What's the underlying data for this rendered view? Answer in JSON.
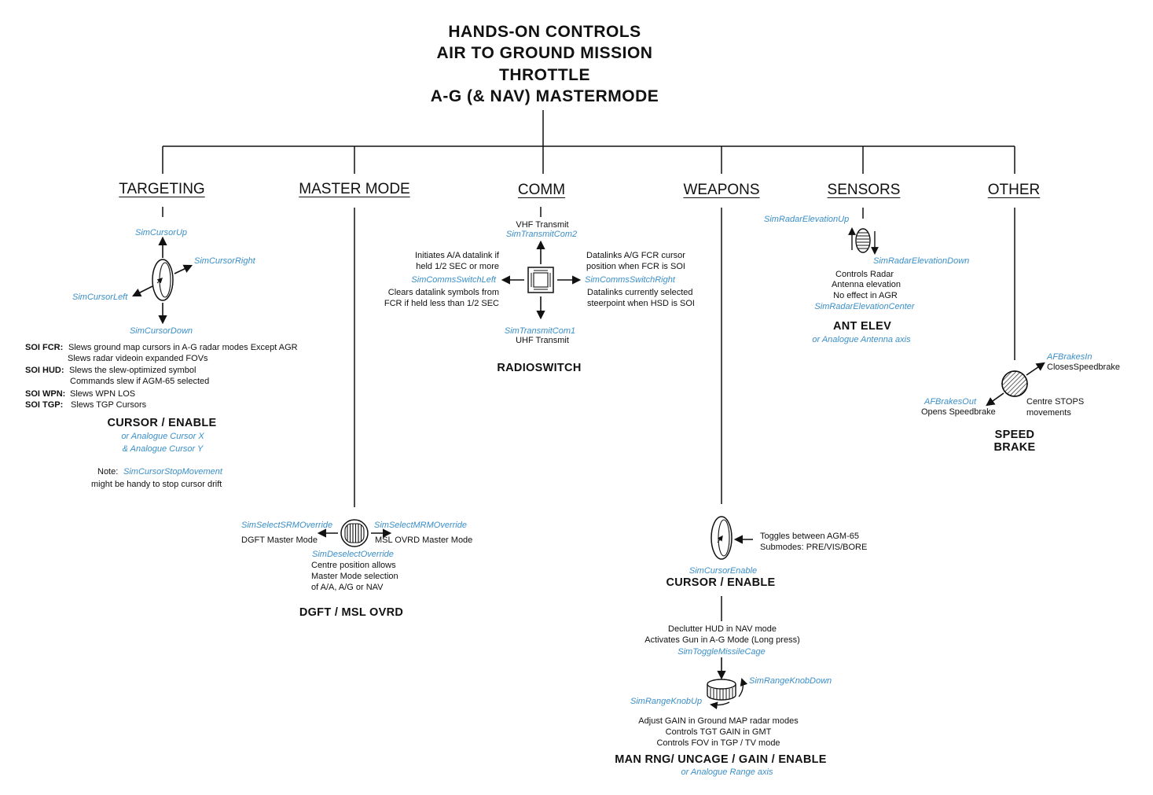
{
  "title": {
    "line1": "HANDS-ON CONTROLS",
    "line2": "AIR TO GROUND MISSION",
    "line3": "THROTTLE",
    "line4": "A-G (& NAV) MASTERMODE"
  },
  "categories": {
    "targeting": "TARGETING",
    "master_mode": "MASTER MODE",
    "comm": "COMM",
    "weapons": "WEAPONS",
    "sensors": "SENSORS",
    "other": "OTHER"
  },
  "targeting": {
    "up": "SimCursorUp",
    "right": "SimCursorRight",
    "left": "SimCursorLeft",
    "down": "SimCursorDown",
    "soi_fcr_label": "SOI FCR:",
    "soi_fcr_1": "Slews ground map cursors in A-G radar modes Except AGR",
    "soi_fcr_2": "Slews radar videoin expanded FOVs",
    "soi_hud_label": "SOI HUD:",
    "soi_hud_1": "Slews the slew-optimized symbol",
    "soi_hud_2": "Commands slew if AGM-65 selected",
    "soi_wpn_label": "SOI WPN:",
    "soi_wpn_1": "Slews WPN LOS",
    "soi_tgp_label": "SOI TGP:",
    "soi_tgp_1": "Slews TGP Cursors",
    "block": "CURSOR / ENABLE",
    "analog_x": "or Analogue Cursor X",
    "analog_y": "& Analogue Cursor Y",
    "note_label": "Note:",
    "note_cmd": "SimCursorStopMovement",
    "note_2": "might be handy to stop cursor drift"
  },
  "master_mode": {
    "srm": "SimSelectSRMOverride",
    "srm_desc": "DGFT Master Mode",
    "mrm": "SimSelectMRMOverride",
    "mrm_desc": "MSL OVRD Master Mode",
    "deselect": "SimDeselectOverride",
    "centre_1": "Centre position allows",
    "centre_2": "Master Mode selection",
    "centre_3": "of A/A, A/G or NAV",
    "block": "DGFT / MSL OVRD"
  },
  "comm": {
    "vhf": "VHF Transmit",
    "com2": "SimTransmitCom2",
    "left_desc_1": "Initiates A/A datalink if",
    "left_desc_2": "held 1/2 SEC or more",
    "switch_left": "SimCommsSwitchLeft",
    "left_desc_3": "Clears datalink symbols from",
    "left_desc_4": "FCR if held less than 1/2 SEC",
    "right_desc_1": "Datalinks A/G FCR cursor",
    "right_desc_2": "position when FCR is SOI",
    "switch_right": "SimCommsSwitchRight",
    "right_desc_3": "Datalinks currently selected",
    "right_desc_4": "steerpoint when HSD is SOI",
    "com1": "SimTransmitCom1",
    "uhf": "UHF Transmit",
    "block": "RADIOSWITCH"
  },
  "weapons": {
    "toggle_1": "Toggles between AGM-65",
    "toggle_2": "Submodes: PRE/VIS/BORE",
    "cursor_enable": "SimCursorEnable",
    "block1": "CURSOR / ENABLE",
    "declutter_1": "Declutter HUD in NAV mode",
    "declutter_2": "Activates Gun in A-G Mode (Long press)",
    "missile_cage": "SimToggleMissileCage",
    "range_down": "SimRangeKnobDown",
    "range_up": "SimRangeKnobUp",
    "gain_1": "Adjust GAIN in Ground MAP radar modes",
    "gain_2": "Controls TGT GAIN in GMT",
    "gain_3": "Controls FOV in TGP / TV mode",
    "block2": "MAN RNG/ UNCAGE / GAIN / ENABLE",
    "analog_range": "or Analogue Range axis"
  },
  "sensors": {
    "elev_up": "SimRadarElevationUp",
    "elev_down": "SimRadarElevationDown",
    "desc_1": "Controls Radar",
    "desc_2": "Antenna elevation",
    "desc_3": "No effect in AGR",
    "elev_center": "SimRadarElevationCenter",
    "block": "ANT ELEV",
    "analog": "or Analogue Antenna axis"
  },
  "other": {
    "brakes_in": "AFBrakesIn",
    "closes": "ClosesSpeedbrake",
    "brakes_out": "AFBrakesOut",
    "opens": "Opens Speedbrake",
    "centre_1": "Centre STOPS",
    "centre_2": "movements",
    "block_1": "SPEED",
    "block_2": "BRAKE"
  },
  "colors": {
    "command_blue": "#3a8fc9",
    "line_black": "#111111"
  }
}
